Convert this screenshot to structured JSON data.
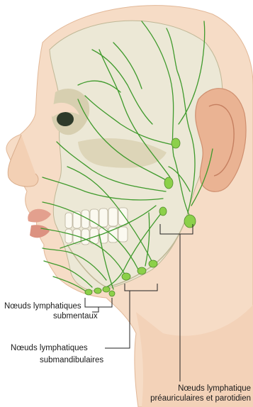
{
  "labels": {
    "submental": {
      "line1": "Nœuds lymphatiques",
      "line2": "submentaux"
    },
    "submandibular": {
      "line1": "Nœuds lymphatiques",
      "line2": "submandibulaires"
    },
    "preauricular": {
      "line1": "Nœuds lymphatique",
      "line2": "préauriculaires et parotidien"
    }
  },
  "colors": {
    "skin": "#f6dcc6",
    "skin_shadow": "#e9c3a6",
    "bone": "#ece8d6",
    "bone_shadow": "#cfc8a9",
    "lymph": "#3f9a2c",
    "node": "#8cd04a",
    "ear": "#eab393",
    "lip": "#e3a08e",
    "leader": "#222222"
  }
}
